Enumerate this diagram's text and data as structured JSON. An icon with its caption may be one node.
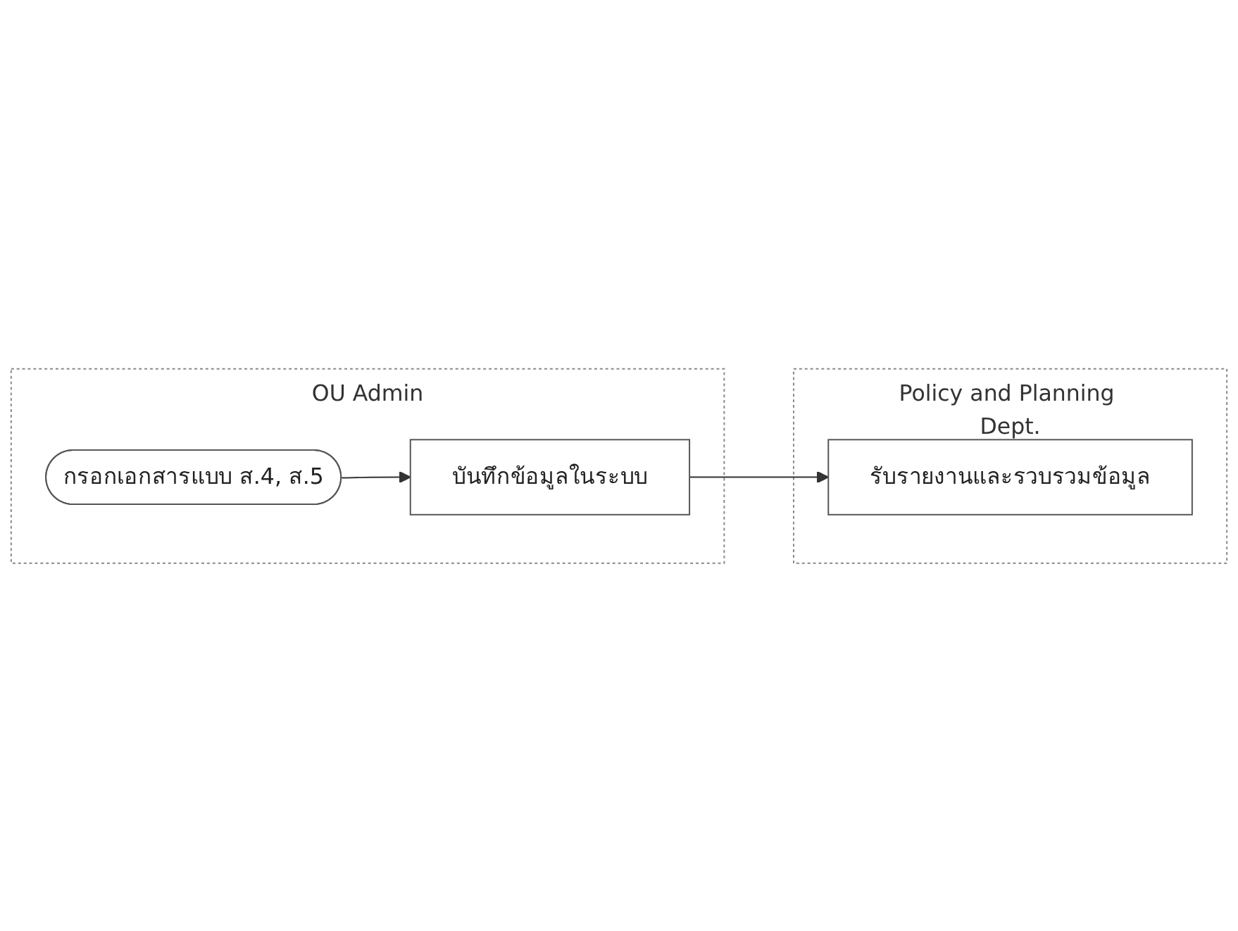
{
  "diagram": {
    "nodes": [
      {
        "text": [
          "OU Admin"
        ]
      },
      {
        "text": [
          "Policy and Planning Dept."
        ]
      },
      {
        "text": [
          "กรอกเอกสารแบบ ส.4, ส.5"
        ],
        "in": 0
      },
      {
        "text": [
          "บันทึกข้อมูลในระบบ"
        ],
        "in": 0
      },
      {
        "text": [
          "รับรายงานและรวบรวมข้อมูล"
        ],
        "in": 1
      }
    ],
    "edges": [
      {
        "from": 2,
        "to": 3,
        "arrow": "to"
      },
      {
        "from": 3,
        "to": 4,
        "arrow": "to"
      }
    ]
  }
}
